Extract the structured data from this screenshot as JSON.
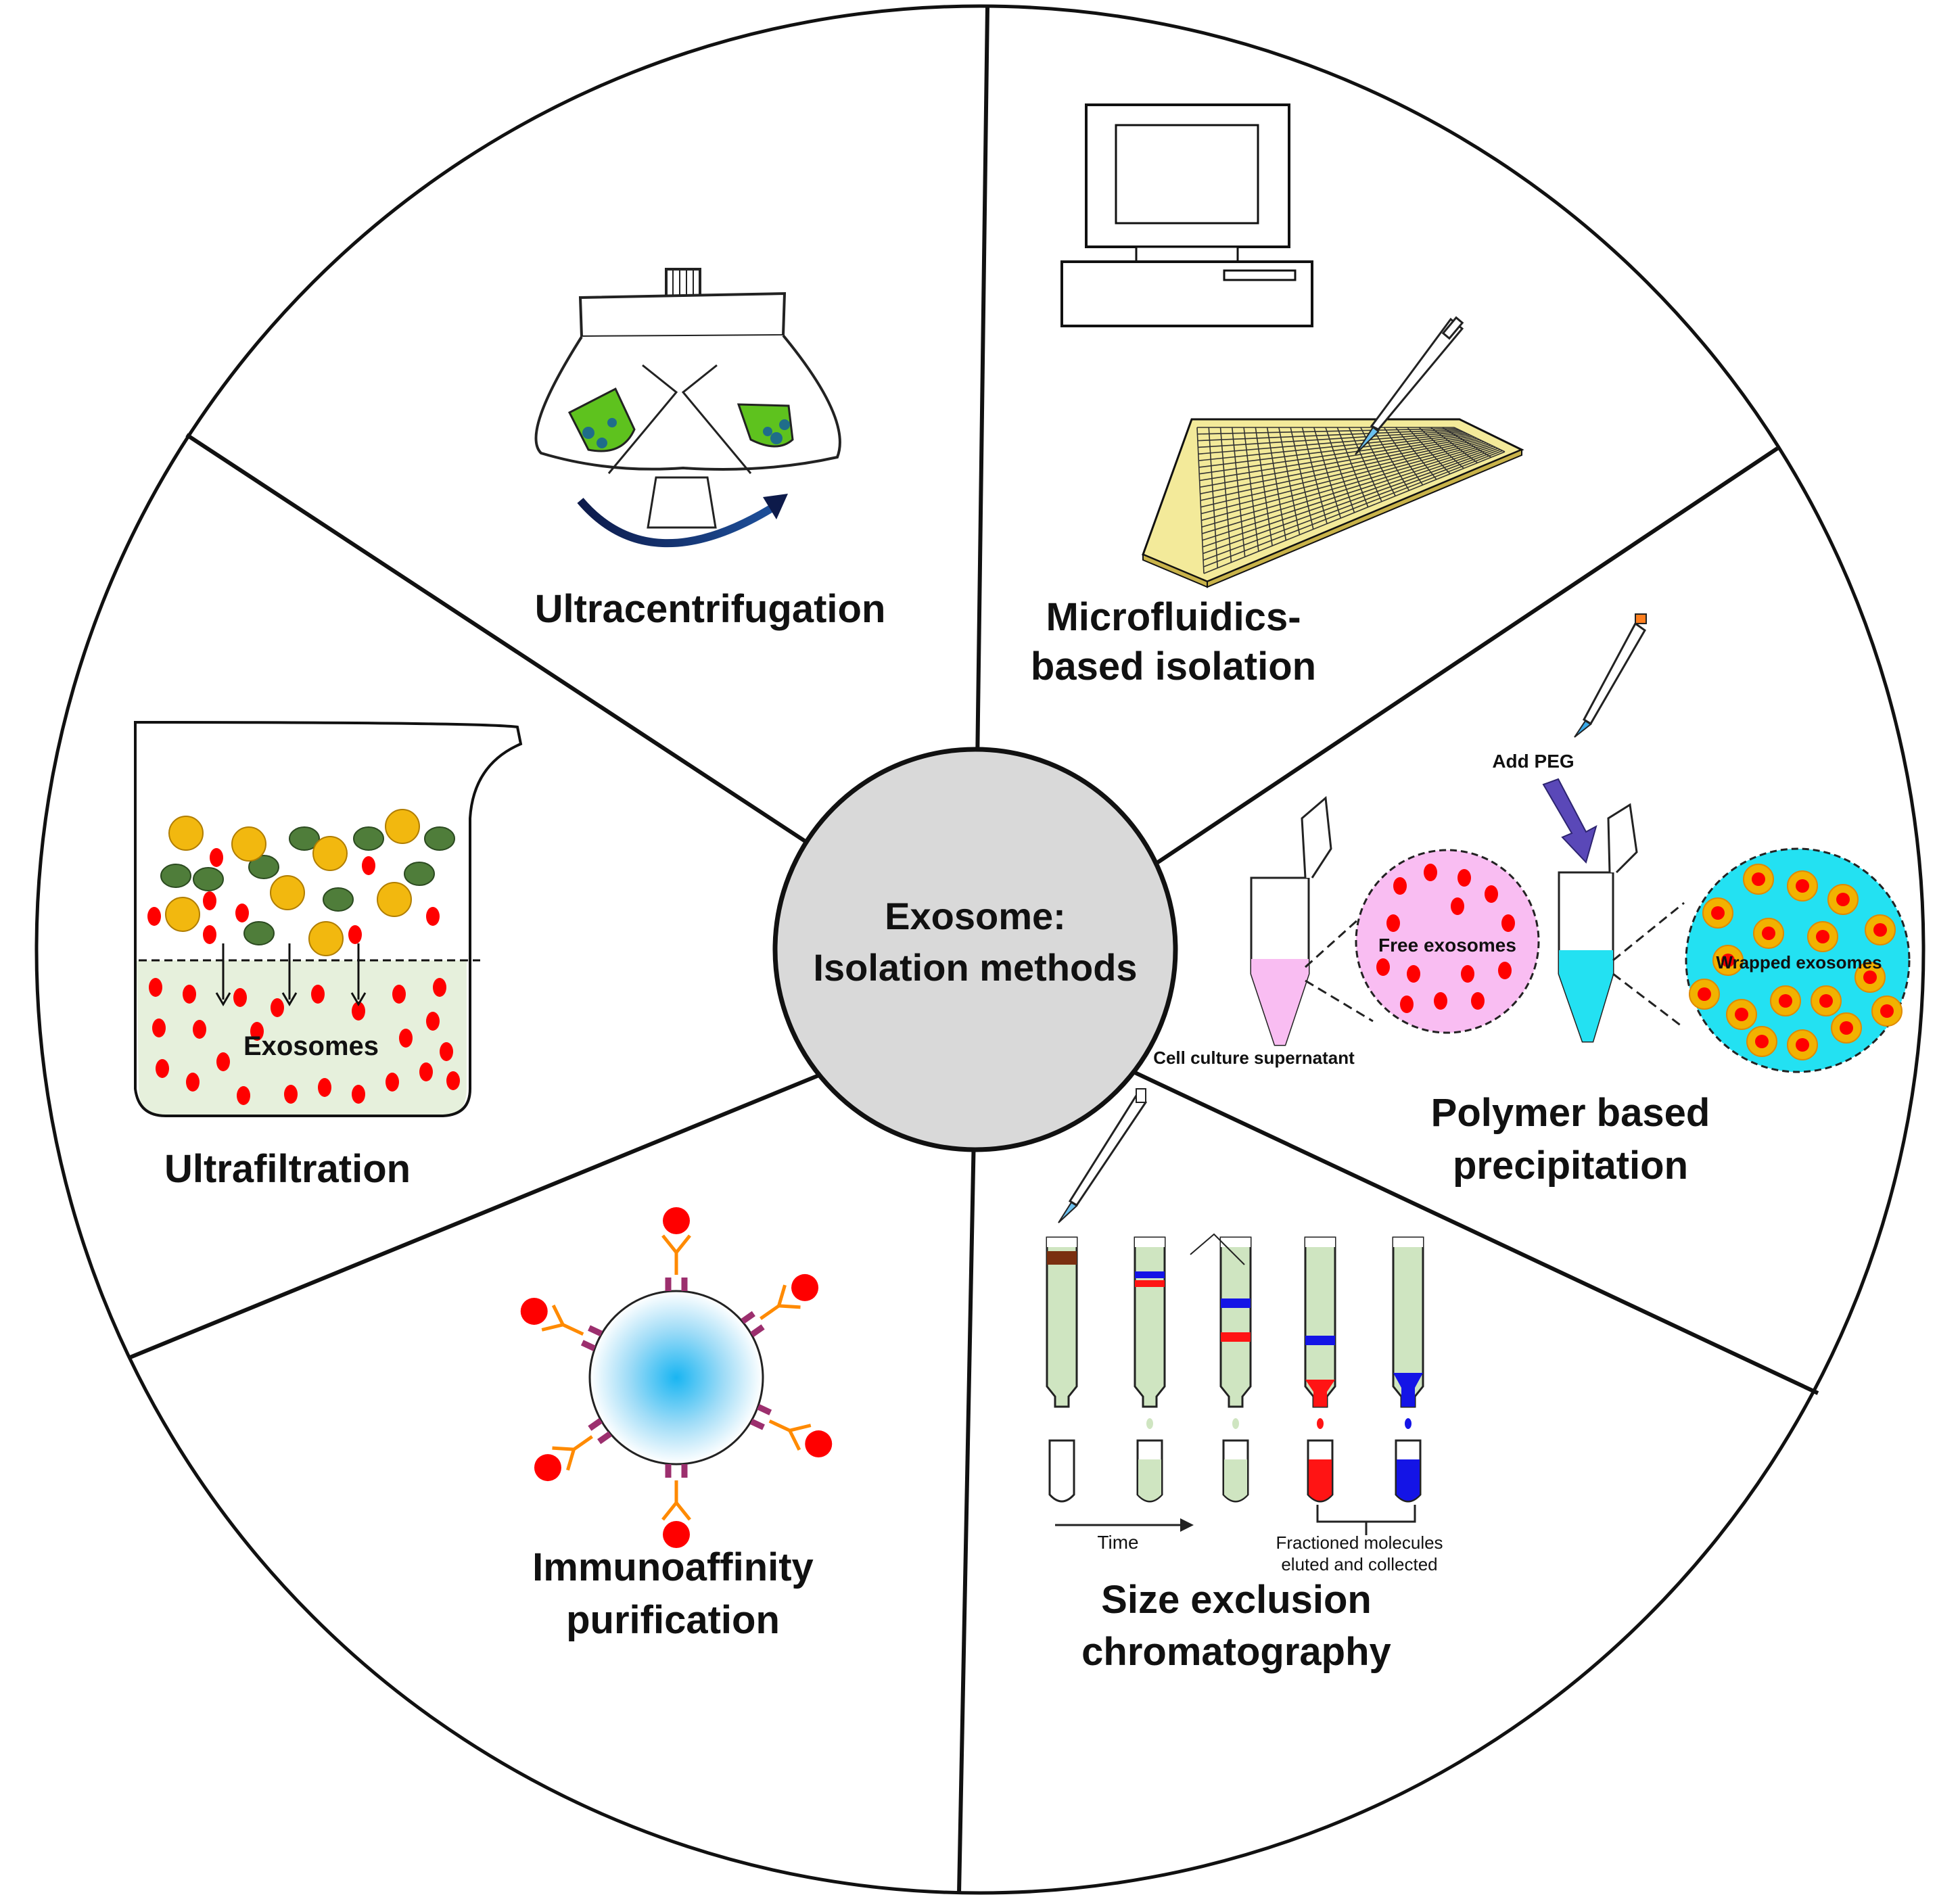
{
  "center": {
    "line1": "Exosome:",
    "line2": "Isolation  methods"
  },
  "methods": {
    "ultracentrifugation": {
      "label": "Ultracentrifugation"
    },
    "microfluidics": {
      "line1": "Microfluidics-",
      "line2": "based isolation"
    },
    "polymer": {
      "line1": "Polymer based",
      "line2": "precipitation",
      "add_peg": "Add PEG",
      "free_exosomes": "Free exosomes",
      "wrapped_exosomes": "Wrapped exosomes",
      "supernatant": "Cell culture supernatant"
    },
    "sec": {
      "line1": "Size exclusion",
      "line2": "chromatography",
      "time": "Time",
      "fractioned_line1": "Fractioned molecules",
      "fractioned_line2": "eluted  and collected"
    },
    "immunoaffinity": {
      "line1": "Immunoaffinity",
      "line2": "purification"
    },
    "ultrafiltration": {
      "label": "Ultrafiltration",
      "exosomes": "Exosomes"
    }
  },
  "colors": {
    "outline": "#111111",
    "center_fill": "#d9d9d9",
    "exosome_red": "#ff0000",
    "green_particle": "#4f7d3a",
    "yellow_particle": "#f2b80f",
    "filtrate": "#e6f0dc",
    "centrifuge_green": "#5ec21e",
    "plate_yellow": "#f3ea9a",
    "pink_fill": "#f9bdf2",
    "cyan_fill": "#23e1f2",
    "column_green": "#cfe5c1",
    "band_blue": "#1414e6",
    "band_red": "#ff1414",
    "band_brown": "#7a2f10",
    "antibody_orange": "#ff8a00",
    "receptor_purple": "#9c2f6e",
    "peg_arrow": "#5a48b8"
  }
}
